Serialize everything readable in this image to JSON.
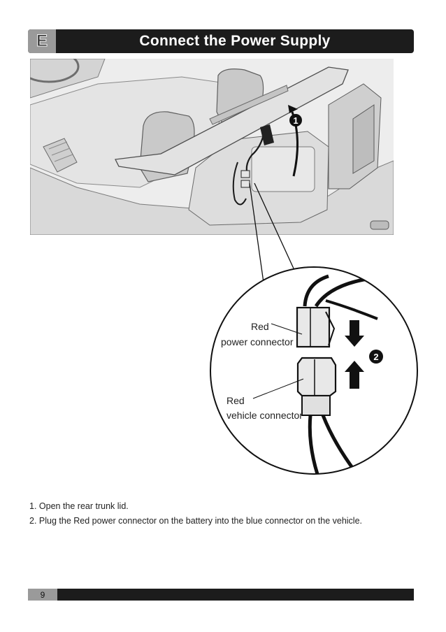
{
  "header": {
    "section_letter": "E",
    "title": "Connect the Power Supply"
  },
  "diagram": {
    "step_markers": [
      "1",
      "2"
    ],
    "labels": {
      "power_connector_line1": "Red",
      "power_connector_line2": "power connector",
      "vehicle_connector_line1": "Red",
      "vehicle_connector_line2": "vehicle connector"
    }
  },
  "instructions": [
    "1. Open the rear trunk lid.",
    "2. Plug the Red power connector on the battery into the blue connector on the vehicle."
  ],
  "footer": {
    "page_number": "9"
  }
}
